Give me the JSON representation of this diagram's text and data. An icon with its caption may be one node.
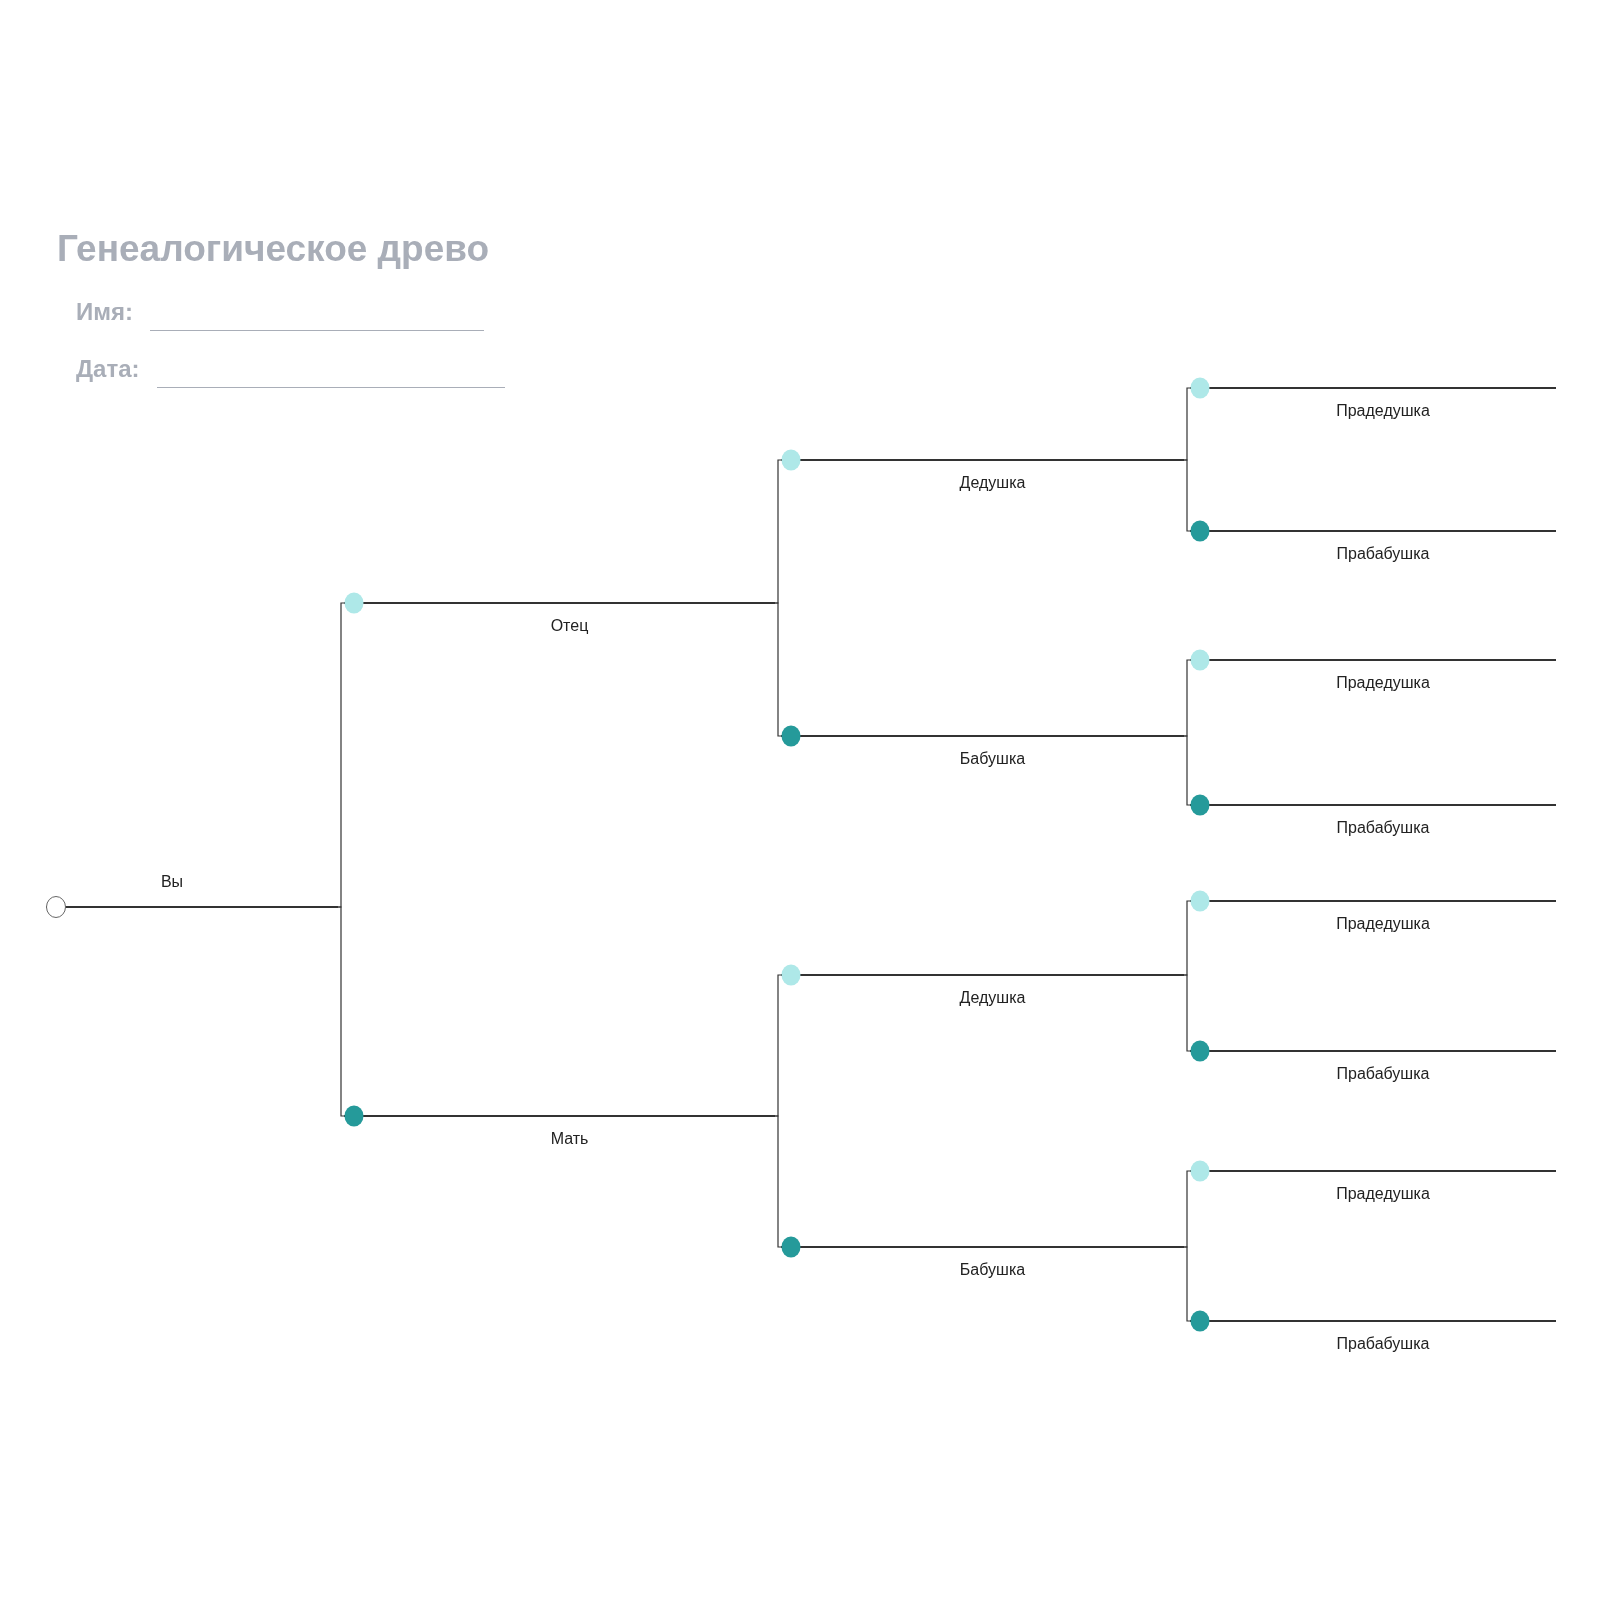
{
  "diagram": {
    "title": "Генеалогическое древо",
    "nodes": [
      {
        "text": [
          "Вы"
        ]
      },
      {
        "text": [
          "Отец"
        ]
      },
      {
        "text": [
          "Мать"
        ]
      },
      {
        "text": [
          "Дедушка"
        ]
      },
      {
        "text": [
          "Бабушка"
        ]
      },
      {
        "text": [
          "Дедушка"
        ]
      },
      {
        "text": [
          "Бабушка"
        ]
      },
      {
        "text": [
          "Прадедушка"
        ]
      },
      {
        "text": [
          "Прабабушка"
        ]
      },
      {
        "text": [
          "Прадедушка"
        ]
      },
      {
        "text": [
          "Прабабушка"
        ]
      },
      {
        "text": [
          "Прадедушка"
        ]
      },
      {
        "text": [
          "Прабабушка"
        ]
      },
      {
        "text": [
          "Прадедушка"
        ]
      },
      {
        "text": [
          "Прабабушка"
        ]
      }
    ],
    "edges": [
      {
        "from": 0,
        "to": 1,
        "arrow": "none"
      },
      {
        "from": 0,
        "to": 2,
        "arrow": "none"
      },
      {
        "from": 1,
        "to": 3,
        "arrow": "none"
      },
      {
        "from": 1,
        "to": 4,
        "arrow": "none"
      },
      {
        "from": 2,
        "to": 5,
        "arrow": "none"
      },
      {
        "from": 2,
        "to": 6,
        "arrow": "none"
      },
      {
        "from": 3,
        "to": 7,
        "arrow": "none"
      },
      {
        "from": 3,
        "to": 8,
        "arrow": "none"
      },
      {
        "from": 4,
        "to": 9,
        "arrow": "none"
      },
      {
        "from": 4,
        "to": 10,
        "arrow": "none"
      },
      {
        "from": 5,
        "to": 11,
        "arrow": "none"
      },
      {
        "from": 5,
        "to": 12,
        "arrow": "none"
      },
      {
        "from": 6,
        "to": 13,
        "arrow": "none"
      },
      {
        "from": 6,
        "to": 14,
        "arrow": "none"
      }
    ],
    "labels": [
      "Имя:",
      "Дата:"
    ]
  }
}
